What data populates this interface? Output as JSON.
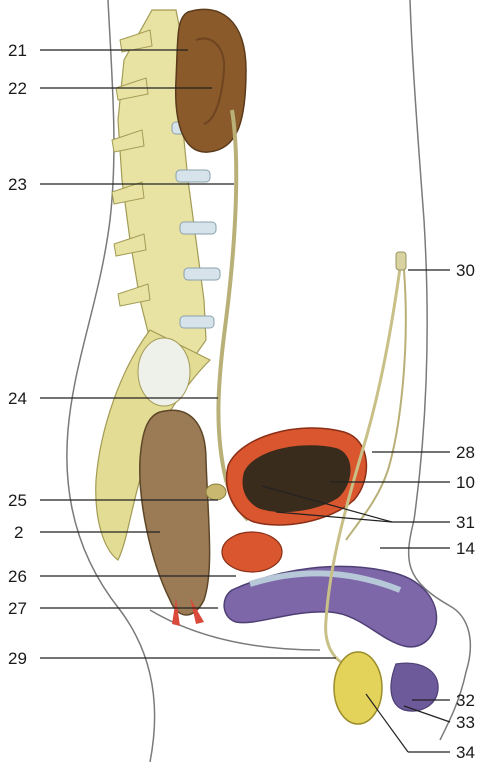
{
  "diagram": {
    "labels": {
      "l21": "21",
      "l22": "22",
      "l23": "23",
      "l24": "24",
      "l25": "25",
      "l2": "2",
      "l26": "26",
      "l27": "27",
      "l29": "29",
      "l30": "30",
      "l28": "28",
      "l10": "10",
      "l31": "31",
      "l14": "14",
      "l32": "32",
      "l33": "33",
      "l34": "34"
    },
    "colors": {
      "bone": "#e8e3a2",
      "bone_shade": "#c9c17a",
      "disc": "#d6e3ea",
      "kidney": "#8a5a2b",
      "ureter": "#c8c087",
      "rectum": "#9a7b55",
      "bladder_wall": "#d9562e",
      "bladder_inner": "#3a2c1c",
      "penis": "#7d67a8",
      "testis": "#e3d35a",
      "outline": "#555555"
    }
  }
}
